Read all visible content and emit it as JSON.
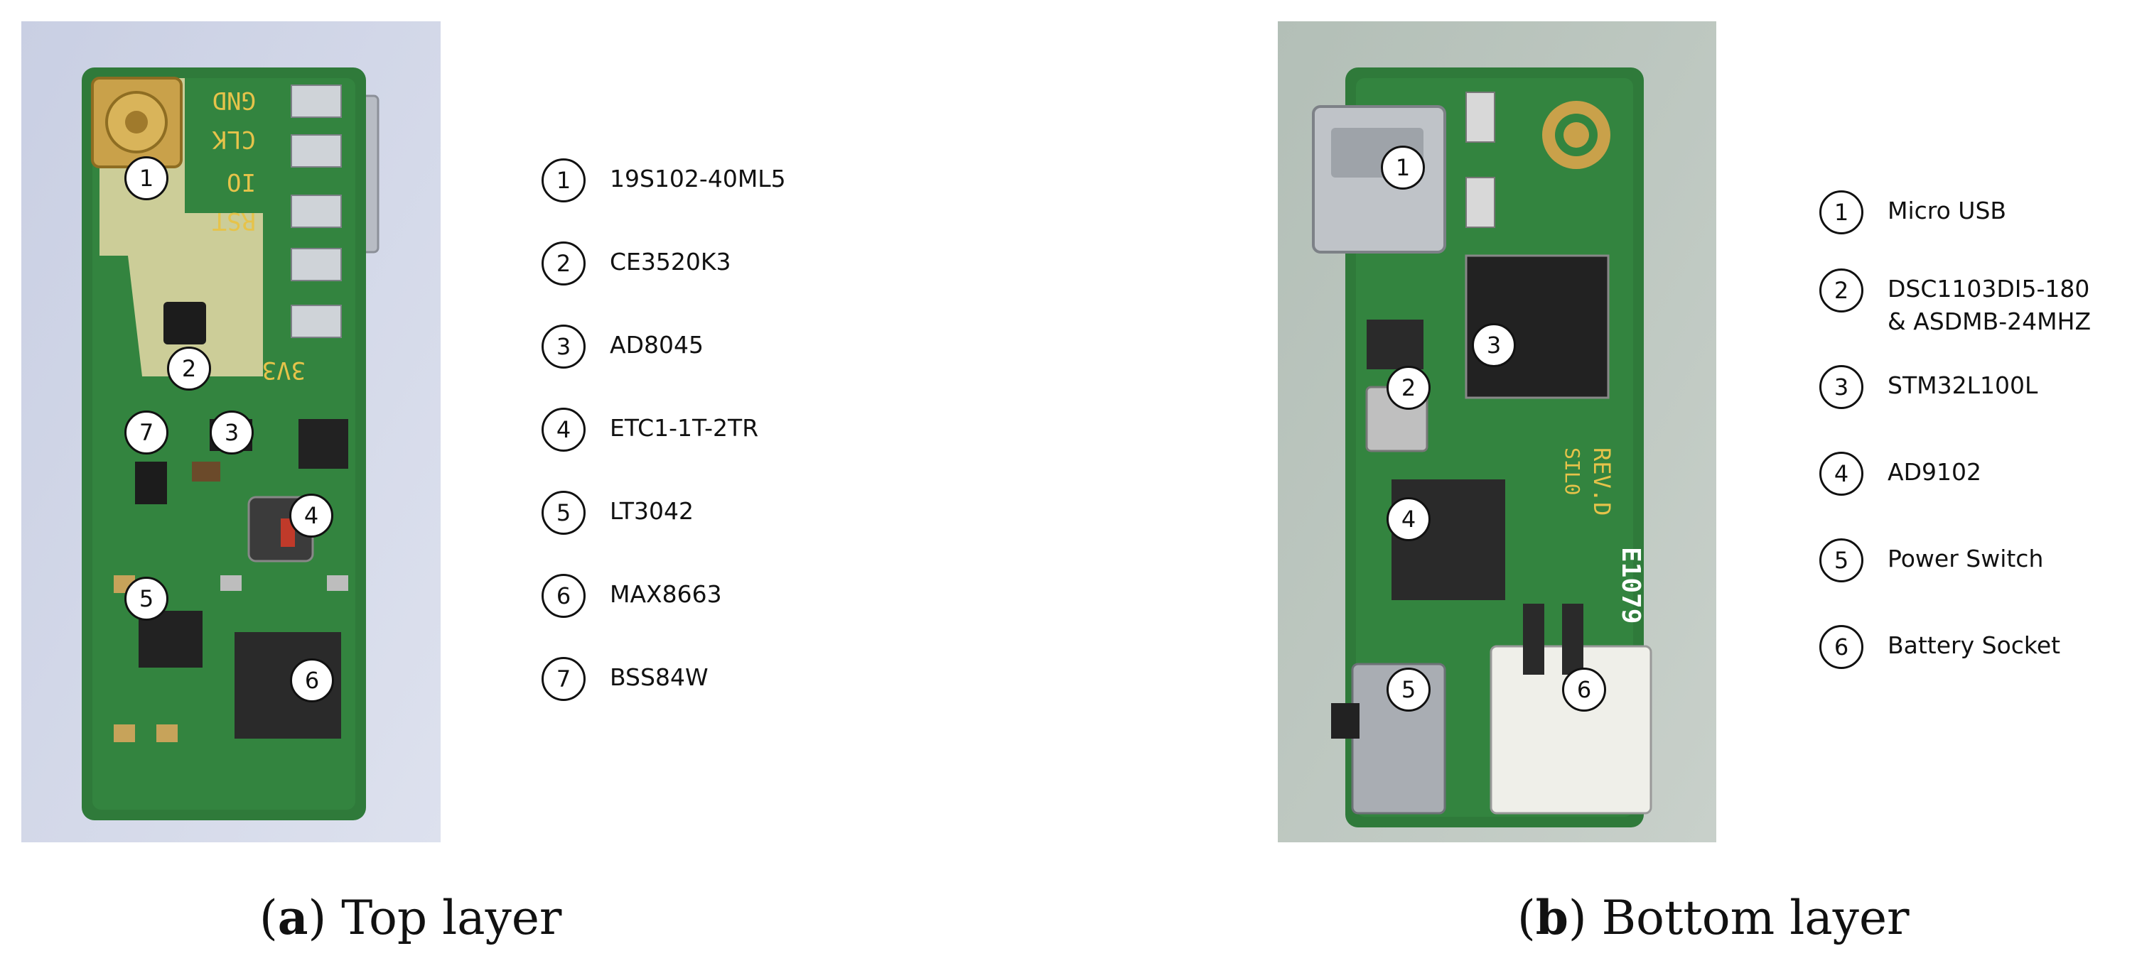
{
  "panel_a": {
    "caption_letter": "a",
    "caption_text": "Top layer",
    "board_silkscreen": [
      "GND",
      "CLK",
      "IO",
      "RST",
      "3V3"
    ],
    "callouts": [
      "1",
      "2",
      "3",
      "4",
      "5",
      "6",
      "7"
    ],
    "legend": [
      {
        "num": "1",
        "label": "19S102-40ML5"
      },
      {
        "num": "2",
        "label": "CE3520K3"
      },
      {
        "num": "3",
        "label": "AD8045"
      },
      {
        "num": "4",
        "label": "ETC1-1T-2TR"
      },
      {
        "num": "5",
        "label": "LT3042"
      },
      {
        "num": "6",
        "label": "MAX8663"
      },
      {
        "num": "7",
        "label": "BSS84W"
      }
    ]
  },
  "panel_b": {
    "caption_letter": "b",
    "caption_text": "Bottom layer",
    "board_silkscreen": [
      "REV.D",
      "SIL0",
      "E1079"
    ],
    "callouts": [
      "1",
      "2",
      "3",
      "4",
      "5",
      "6"
    ],
    "legend": [
      {
        "num": "1",
        "label": "Micro USB"
      },
      {
        "num": "2",
        "label": "DSC1103DI5-180\n& ASDMB-24MHZ"
      },
      {
        "num": "3",
        "label": "STM32L100L"
      },
      {
        "num": "4",
        "label": "AD9102"
      },
      {
        "num": "5",
        "label": "Power Switch"
      },
      {
        "num": "6",
        "label": "Battery Socket"
      }
    ]
  },
  "colors": {
    "pcb_green": "#2f7a3a",
    "pcb_dark": "#1f5a28",
    "gold": "#c9a14a",
    "photo_bg_a": "#cdd3e6",
    "photo_bg_b": "#b9c4bd",
    "silkscreen": "#e6c34a"
  }
}
